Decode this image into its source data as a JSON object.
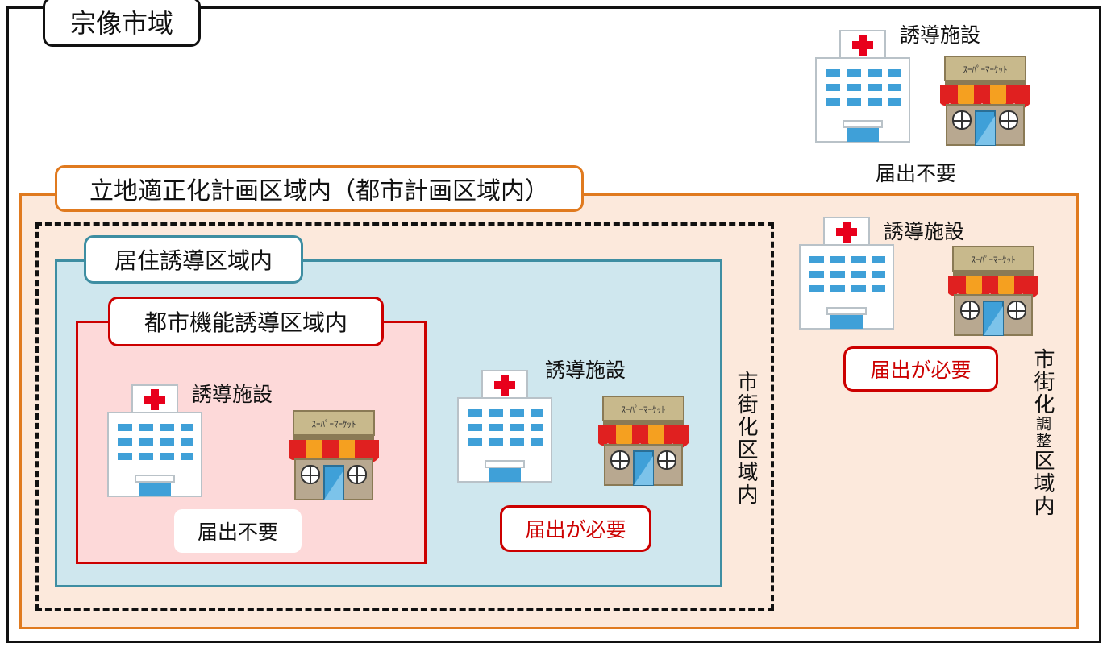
{
  "city_area": {
    "title": "宗像市域"
  },
  "outside_plan": {
    "facility_label": "誘導施設",
    "notice": "届出不要"
  },
  "plan_area": {
    "title": "立地適正化計画区域内（都市計画区域内）"
  },
  "adjustment_area": {
    "facility_label": "誘導施設",
    "notice": "届出が必要",
    "vertical_label_prefix": "市街化",
    "vertical_label_small": "調整",
    "vertical_label_suffix": "区域内"
  },
  "urbanization_area": {
    "vertical_label": "市街化区域内"
  },
  "residential_area": {
    "title": "居住誘導区域内",
    "facility_label": "誘導施設",
    "notice": "届出が必要"
  },
  "urban_function_area": {
    "title": "都市機能誘導区域内",
    "facility_label": "誘導施設",
    "notice": "届出不要"
  },
  "supermarket_sign": "ｽｰﾊﾟｰﾏｰｹｯﾄ",
  "colors": {
    "orange_border": "#e07a1f",
    "orange_fill": "#fce9dc",
    "teal_border": "#3e8ea2",
    "teal_fill": "#cfe7ee",
    "red_border": "#cc0000",
    "pink_fill": "#fdd9d9",
    "hospital_window": "#3fa0d8",
    "hospital_cross": "#e8001c"
  },
  "icons": [
    "hospital-icon",
    "supermarket-icon"
  ]
}
